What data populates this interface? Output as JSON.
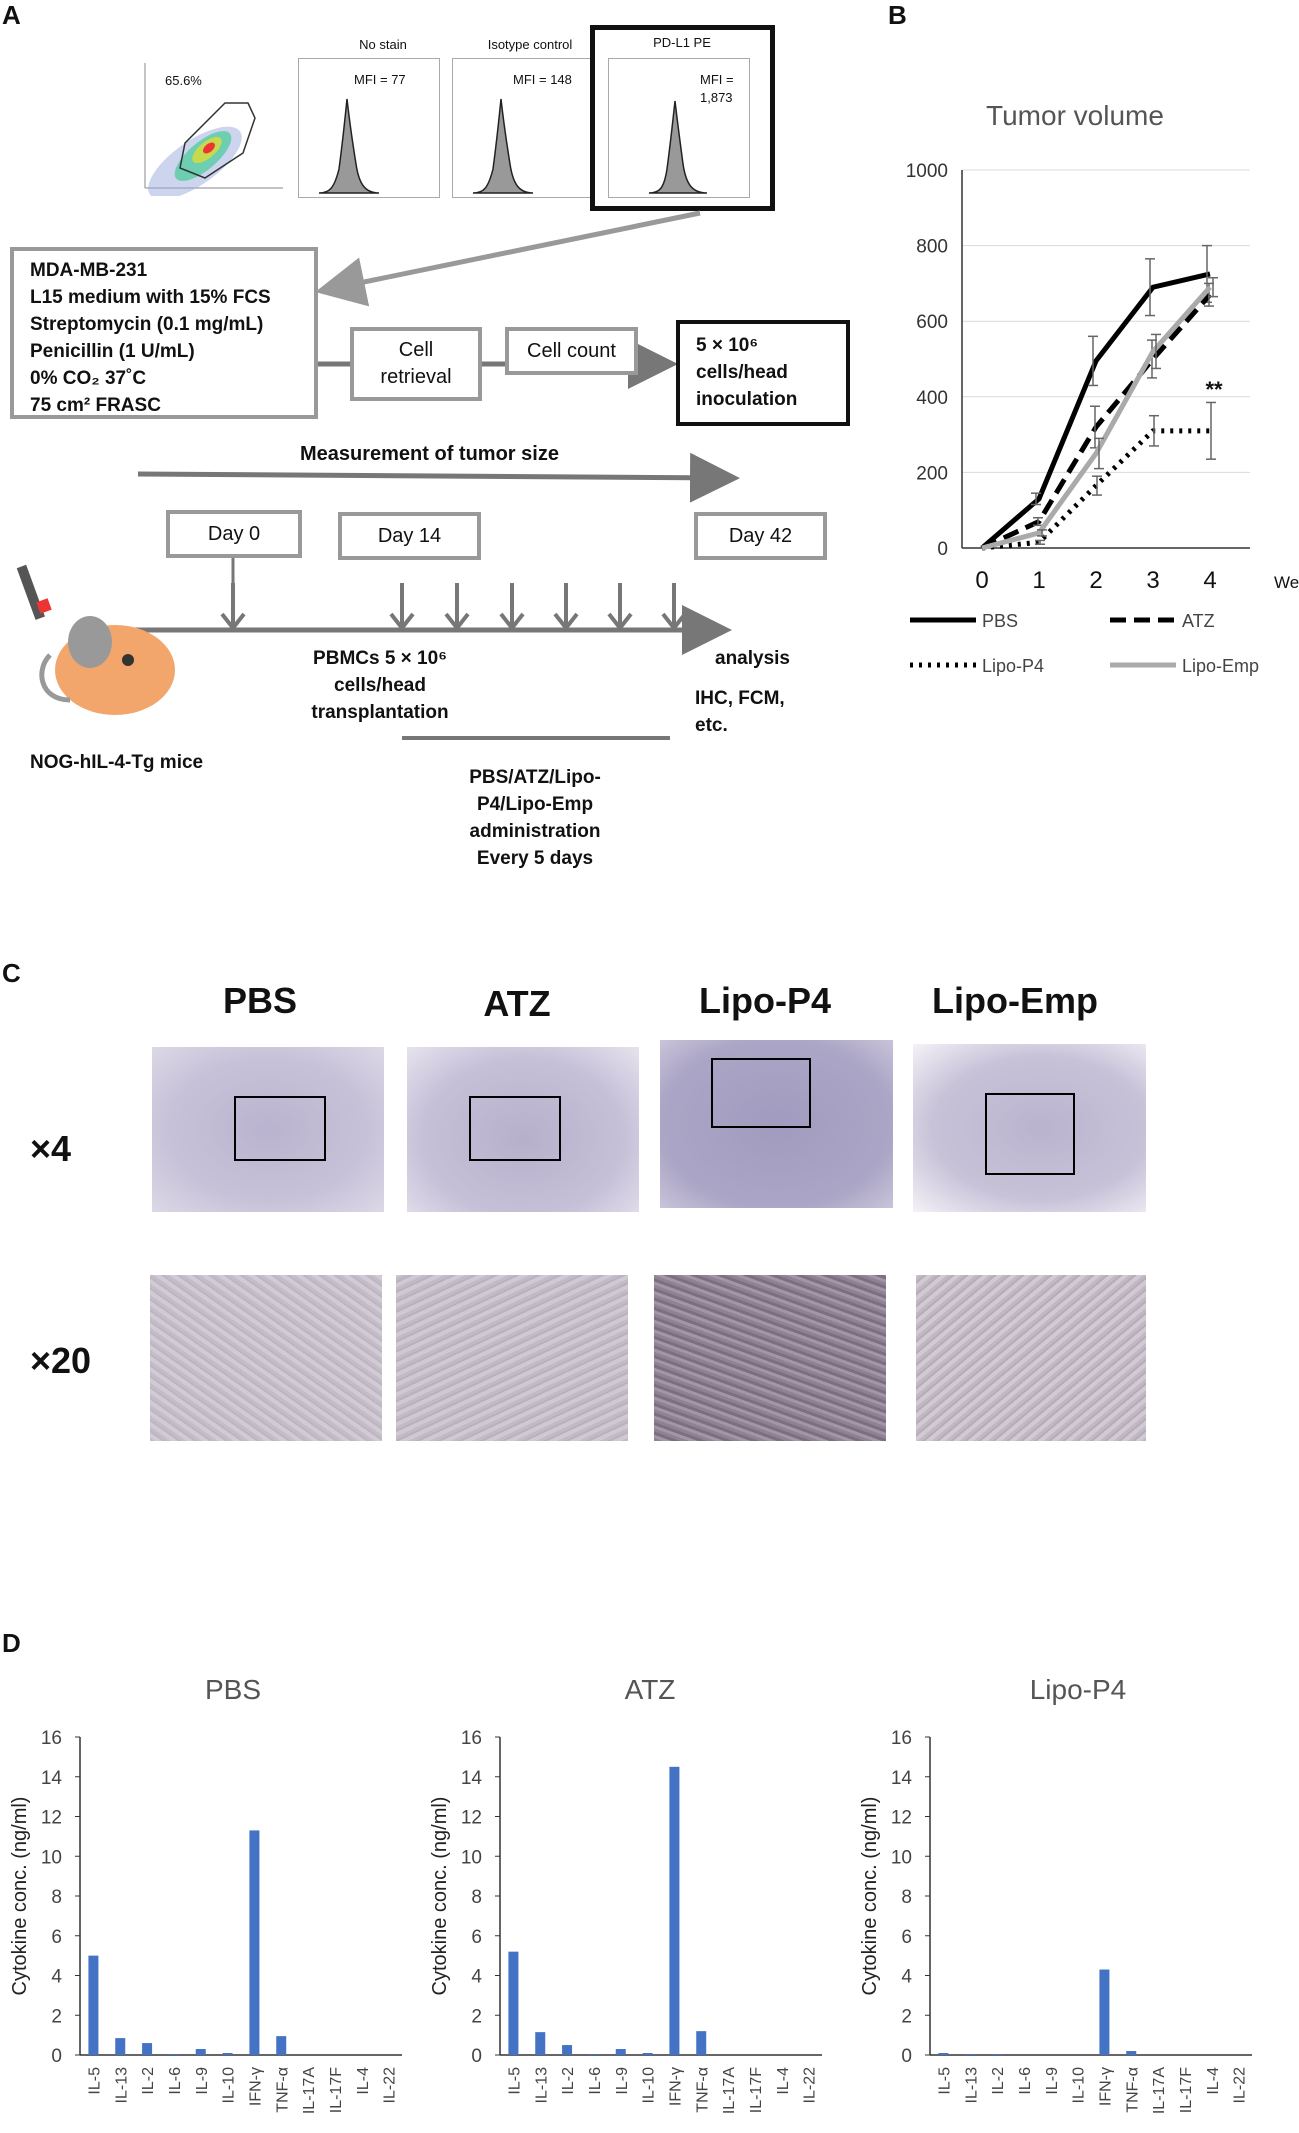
{
  "panel_labels": {
    "a": "A",
    "b": "B",
    "c": "C",
    "d": "D"
  },
  "panel_a": {
    "gate_pct": "65.6%",
    "histograms": [
      {
        "title": "No stain",
        "mfi": "MFI = 77"
      },
      {
        "title": "Isotype control",
        "mfi": "MFI = 148"
      },
      {
        "title": "PD-L1 PE",
        "mfi": "MFI =",
        "mfi2": "1,873"
      }
    ],
    "culture_box": [
      "MDA-MB-231",
      "L15 medium with  15% FCS",
      "Streptomycin (0.1 mg/mL)",
      "Penicillin (1 U/mL)",
      "0% CO₂ 37˚C",
      "75 cm² FRASC"
    ],
    "cell_retrieval": [
      "Cell",
      "retrieval"
    ],
    "cell_count": "Cell count",
    "inoculation": [
      "5 × 10⁶",
      "cells/head",
      "inoculation"
    ],
    "measurement": "Measurement of tumor size",
    "day0": "Day 0",
    "day14": "Day 14",
    "day42": "Day 42",
    "pbmc": [
      "PBMCs 5 × 10⁶",
      "cells/head",
      "transplantation"
    ],
    "analysis": "analysis",
    "analysis2": [
      "IHC, FCM,",
      "etc."
    ],
    "admin": [
      "PBS/ATZ/Lipo-",
      "P4/Lipo-Emp",
      "administration",
      "Every 5 days"
    ],
    "mouse_label": "NOG-hIL-4-Tg mice"
  },
  "chart_data": [
    {
      "type": "line",
      "title": "Tumor volume",
      "xlabel": "Weeks",
      "x": [
        0,
        1,
        2,
        3,
        4
      ],
      "ylim": [
        0,
        1000
      ],
      "yticks": [
        0,
        200,
        400,
        600,
        800,
        1000
      ],
      "grid": true,
      "annotation": "**",
      "series": [
        {
          "name": "PBS",
          "style": "solid",
          "color": "#000000",
          "values": [
            0,
            130,
            495,
            690,
            725
          ],
          "errors": [
            0,
            15,
            65,
            75,
            75
          ]
        },
        {
          "name": "ATZ",
          "style": "dashed",
          "color": "#000000",
          "values": [
            0,
            70,
            320,
            500,
            670
          ],
          "errors": [
            0,
            10,
            55,
            50,
            30
          ]
        },
        {
          "name": "Lipo-P4",
          "style": "dotted",
          "color": "#000000",
          "values": [
            0,
            15,
            165,
            310,
            310
          ],
          "errors": [
            0,
            5,
            25,
            40,
            75
          ]
        },
        {
          "name": "Lipo-Emp",
          "style": "solid",
          "color": "#aaaaaa",
          "values": [
            0,
            40,
            250,
            520,
            690
          ],
          "errors": [
            0,
            8,
            40,
            45,
            25
          ]
        }
      ]
    },
    {
      "type": "bar",
      "title": "PBS",
      "ylabel": "Cytokine conc. (ng/ml)",
      "ylim": [
        0,
        16
      ],
      "yticks": [
        0,
        2,
        4,
        6,
        8,
        10,
        12,
        14,
        16
      ],
      "color": "#4472c4",
      "categories": [
        "IL-5",
        "IL-13",
        "IL-2",
        "IL-6",
        "IL-9",
        "IL-10",
        "IFN-γ",
        "TNF-α",
        "IL-17A",
        "IL-17F",
        "IL-4",
        "IL-22"
      ],
      "values": [
        5.0,
        0.85,
        0.6,
        0.05,
        0.3,
        0.1,
        11.3,
        0.95,
        0.0,
        0.0,
        0.0,
        0.0
      ]
    },
    {
      "type": "bar",
      "title": "ATZ",
      "ylabel": "Cytokine conc. (ng/ml)",
      "ylim": [
        0,
        16
      ],
      "yticks": [
        0,
        2,
        4,
        6,
        8,
        10,
        12,
        14,
        16
      ],
      "color": "#4472c4",
      "categories": [
        "IL-5",
        "IL-13",
        "IL-2",
        "IL-6",
        "IL-9",
        "IL-10",
        "IFN-γ",
        "TNF-α",
        "IL-17A",
        "IL-17F",
        "IL-4",
        "IL-22"
      ],
      "values": [
        5.2,
        1.15,
        0.5,
        0.05,
        0.3,
        0.1,
        14.5,
        1.2,
        0.0,
        0.0,
        0.0,
        0.0
      ]
    },
    {
      "type": "bar",
      "title": "Lipo-P4",
      "ylabel": "Cytokine conc. (ng/ml)",
      "ylim": [
        0,
        16
      ],
      "yticks": [
        0,
        2,
        4,
        6,
        8,
        10,
        12,
        14,
        16
      ],
      "color": "#4472c4",
      "categories": [
        "IL-5",
        "IL-13",
        "IL-2",
        "IL-6",
        "IL-9",
        "IL-10",
        "IFN-γ",
        "TNF-α",
        "IL-17A",
        "IL-17F",
        "IL-4",
        "IL-22"
      ],
      "values": [
        0.1,
        0.05,
        0.05,
        0.0,
        0.0,
        0.0,
        4.3,
        0.2,
        0.0,
        0.0,
        0.0,
        0.0
      ]
    }
  ],
  "panel_c": {
    "groups": [
      "PBS",
      "ATZ",
      "Lipo-P4",
      "Lipo-Emp"
    ],
    "mag4": "×4",
    "mag20": "×20"
  }
}
